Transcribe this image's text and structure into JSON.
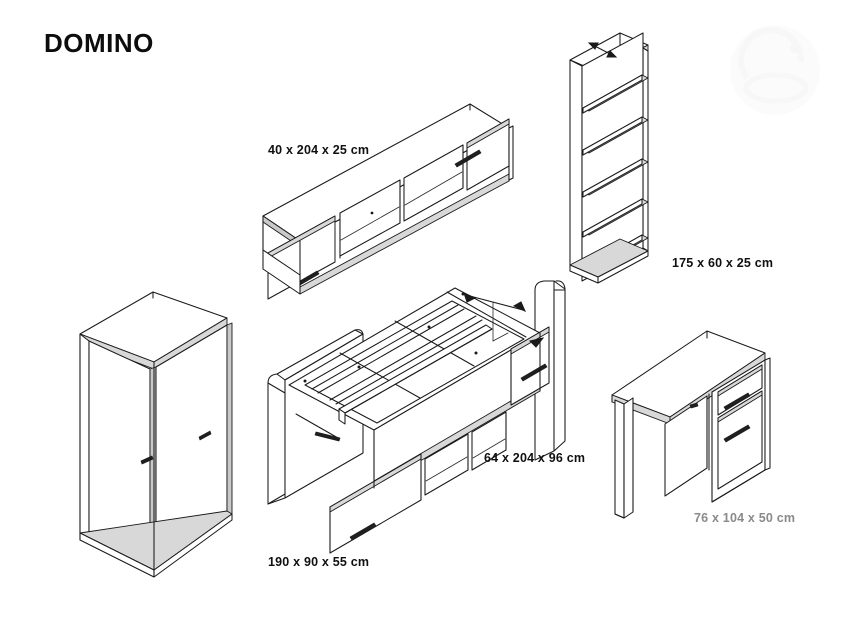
{
  "document": {
    "title": "DOMINO",
    "type": "furniture-set-technical-drawing",
    "background_color": "#ffffff",
    "line_color": "#1a1a1a",
    "label_color": "#101010",
    "muted_label_color": "#8a8a8a"
  },
  "watermark": {
    "name": "circular-logo-watermark",
    "color": "#fbfbfb"
  },
  "items": {
    "wall_unit": {
      "name": "wall-mounted-tv-unit",
      "dimensions_label": "40 x 204 x 25 cm",
      "drawers": 2,
      "open_compartments": 2
    },
    "bookcase": {
      "name": "tall-bookcase",
      "dimensions_label": "175 x 60 x 25 cm",
      "shelves": 5
    },
    "bed": {
      "name": "single-bed-with-storage",
      "dimensions_label": "64 x 204 x 96 cm",
      "drawers": 2,
      "open_compartments": 3
    },
    "wardrobe": {
      "name": "two-door-wardrobe",
      "dimensions_label": "190 x 90 x 55 cm",
      "doors": 2
    },
    "desk": {
      "name": "writing-desk",
      "dimensions_label": "76 x 104 x 50 cm",
      "drawers": 1,
      "doors": 1
    }
  }
}
